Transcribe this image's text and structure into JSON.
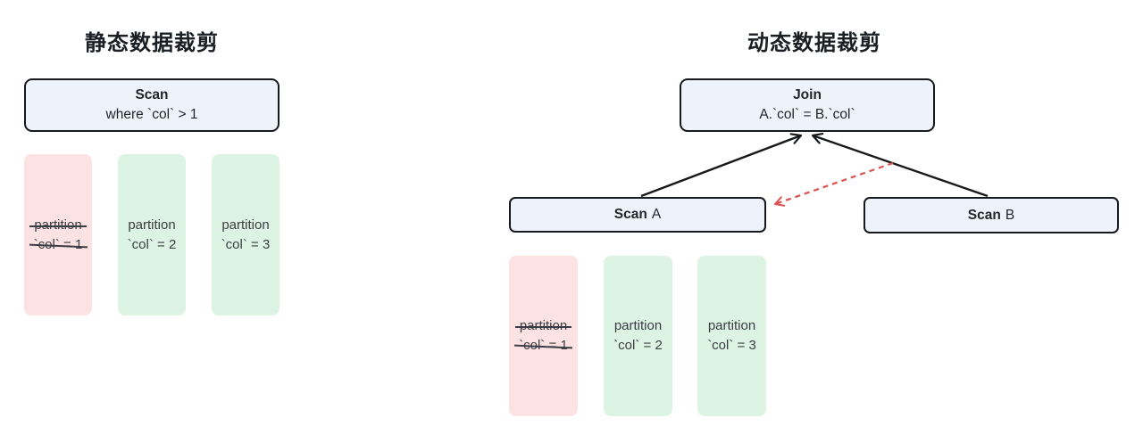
{
  "left_panel": {
    "title": "静态数据裁剪",
    "scan_node": {
      "title": "Scan",
      "subtitle": "where `col` > 1"
    },
    "partitions": [
      {
        "line1": "partition",
        "line2": "`col` = 1",
        "state": "pruned"
      },
      {
        "line1": "partition",
        "line2": "`col` = 2",
        "state": "kept"
      },
      {
        "line1": "partition",
        "line2": "`col` = 3",
        "state": "kept"
      }
    ]
  },
  "right_panel": {
    "title": "动态数据裁剪",
    "join_node": {
      "title": "Join",
      "subtitle": "A.`col` = B.`col`"
    },
    "scan_a_node": {
      "label_bold": "Scan",
      "label_rest": "A"
    },
    "scan_b_node": {
      "label_bold": "Scan",
      "label_rest": "B"
    },
    "partitions": [
      {
        "line1": "partition",
        "line2": "`col` = 1",
        "state": "pruned"
      },
      {
        "line1": "partition",
        "line2": "`col` = 2",
        "state": "kept"
      },
      {
        "line1": "partition",
        "line2": "`col` = 3",
        "state": "kept"
      }
    ]
  },
  "colors": {
    "node_fill": "#edf2fb",
    "node_border": "#17191c",
    "pruned_partition_fill": "#fce2e2",
    "kept_partition_fill": "#ddf3e4",
    "plan_arrow": "#17191c",
    "dynamic_pruning_arrow": "#d9534f",
    "title_text": "#1b1f24",
    "body_text": "#3a3e44"
  }
}
